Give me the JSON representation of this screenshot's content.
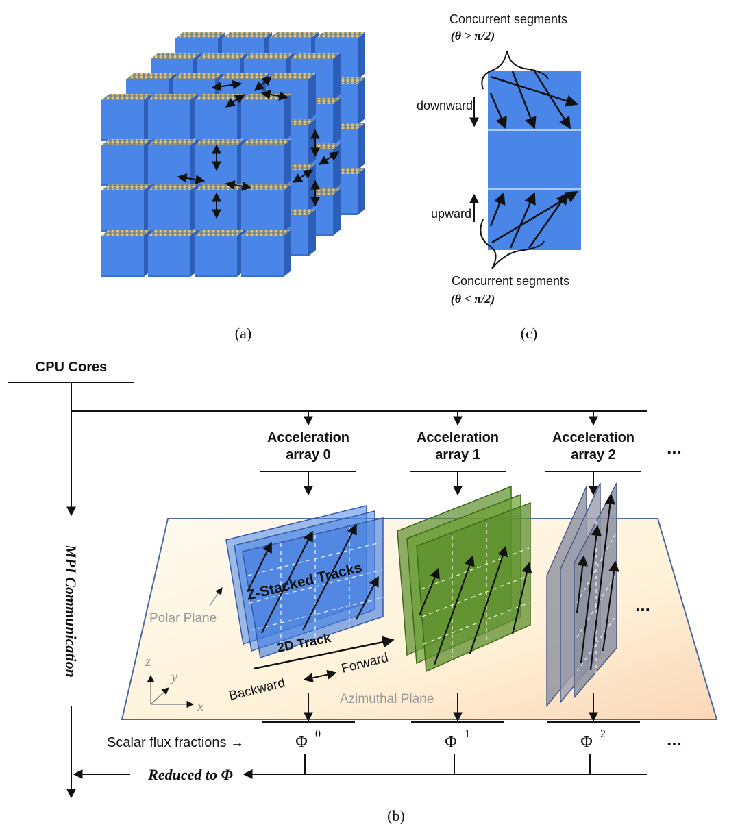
{
  "panel_a": {
    "caption": "(a)"
  },
  "panel_c": {
    "caption": "(c)",
    "top_label_line1": "Concurrent segments",
    "top_label_line2": "(θ > π/2)",
    "bottom_label_line1": "Concurrent segments",
    "bottom_label_line2": "(θ < π/2)",
    "downward": "downward",
    "upward": "upward"
  },
  "panel_b": {
    "caption": "(b)",
    "cpu_cores": "CPU Cores",
    "mpi": "MPI Communication",
    "arrays": [
      {
        "line1": "Acceleration",
        "line2": "array 0",
        "flux": "Φ",
        "sup": "0"
      },
      {
        "line1": "Acceleration",
        "line2": "array 1",
        "flux": "Φ",
        "sup": "1"
      },
      {
        "line1": "Acceleration",
        "line2": "array 2",
        "flux": "Φ",
        "sup": "2"
      }
    ],
    "ellipsis": "...",
    "z_stacked": "Z-Stacked Tracks",
    "track_2d": "2D Track",
    "polar_plane": "Polar Plane",
    "azimuthal_plane": "Azimuthal Plane",
    "forward": "Forward",
    "backward": "Backward",
    "scalar_flux": "Scalar flux fractions →",
    "reduced": "Reduced to Φ",
    "axis_x": "x",
    "axis_y": "y",
    "axis_z": "z"
  },
  "colors": {
    "cube": "#4a86e8",
    "green": "#5d8f2e",
    "gray": "#8c90a0",
    "plane": "#fff4dc"
  }
}
